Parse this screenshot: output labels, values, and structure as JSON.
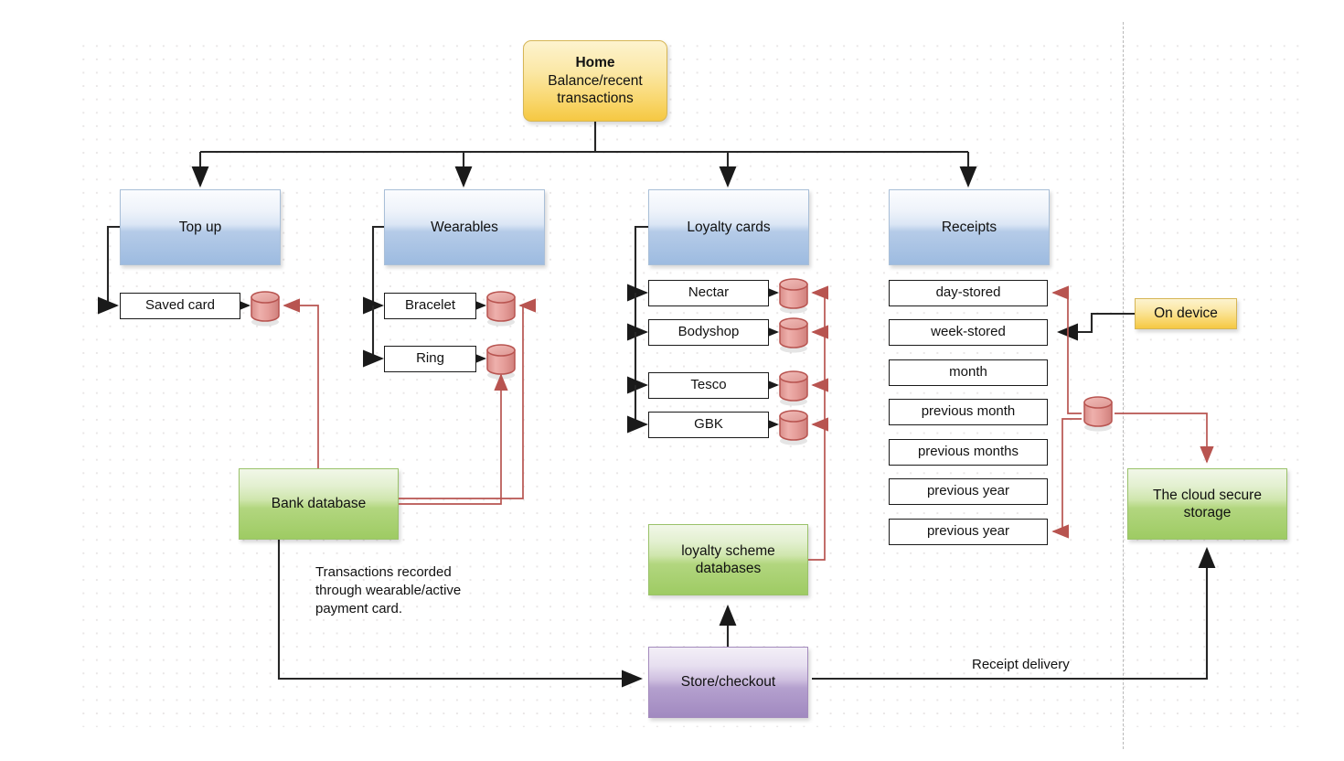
{
  "diagram": {
    "title": "Mobile wallet app information architecture",
    "page_break_label": "page-boundary"
  },
  "root": {
    "title": "Home",
    "subtitle": "Balance/recent\ntransactions"
  },
  "sections": [
    {
      "id": "top-up",
      "label": "Top up"
    },
    {
      "id": "wearables",
      "label": "Wearables"
    },
    {
      "id": "loyalty-cards",
      "label": "Loyalty cards"
    },
    {
      "id": "receipts",
      "label": "Receipts"
    }
  ],
  "top_up_children": [
    {
      "label": "Saved card",
      "has_db": true
    }
  ],
  "wearables_children": [
    {
      "label": "Bracelet",
      "has_db": true
    },
    {
      "label": "Ring",
      "has_db": true
    }
  ],
  "loyalty_children": [
    {
      "label": "Nectar",
      "has_db": true
    },
    {
      "label": "Bodyshop",
      "has_db": true
    },
    {
      "label": "Tesco",
      "has_db": true
    },
    {
      "label": "GBK",
      "has_db": true
    }
  ],
  "receipts_children": [
    {
      "label": "day-stored"
    },
    {
      "label": "week-stored"
    },
    {
      "label": "month"
    },
    {
      "label": "previous month"
    },
    {
      "label": "previous months"
    },
    {
      "label": "previous year"
    },
    {
      "label": "previous year"
    }
  ],
  "backends": {
    "bank_database": "Bank database",
    "loyalty_scheme_databases": "loyalty scheme\ndatabases",
    "store_checkout": "Store/checkout",
    "cloud_secure_storage": "The cloud secure\nstorage",
    "on_device": "On device"
  },
  "annotations": {
    "transactions_note": "Transactions recorded\nthrough wearable/active\npayment card.",
    "receipt_delivery": "Receipt delivery"
  },
  "colors": {
    "home_fill": "#f9d871",
    "home_stroke": "#d6b656",
    "section_fill": "#9dbbe0",
    "section_stroke": "#a9bfd8",
    "database_fill": "#e8a3a0",
    "database_stroke": "#b85450",
    "green_fill": "#9ecb63",
    "green_stroke": "#9ac26a",
    "purple_fill": "#a189c0",
    "purple_stroke": "#a48bbd",
    "wire_black": "#262626",
    "wire_red": "#b85450",
    "grid_dot": "#e9e6e6"
  }
}
